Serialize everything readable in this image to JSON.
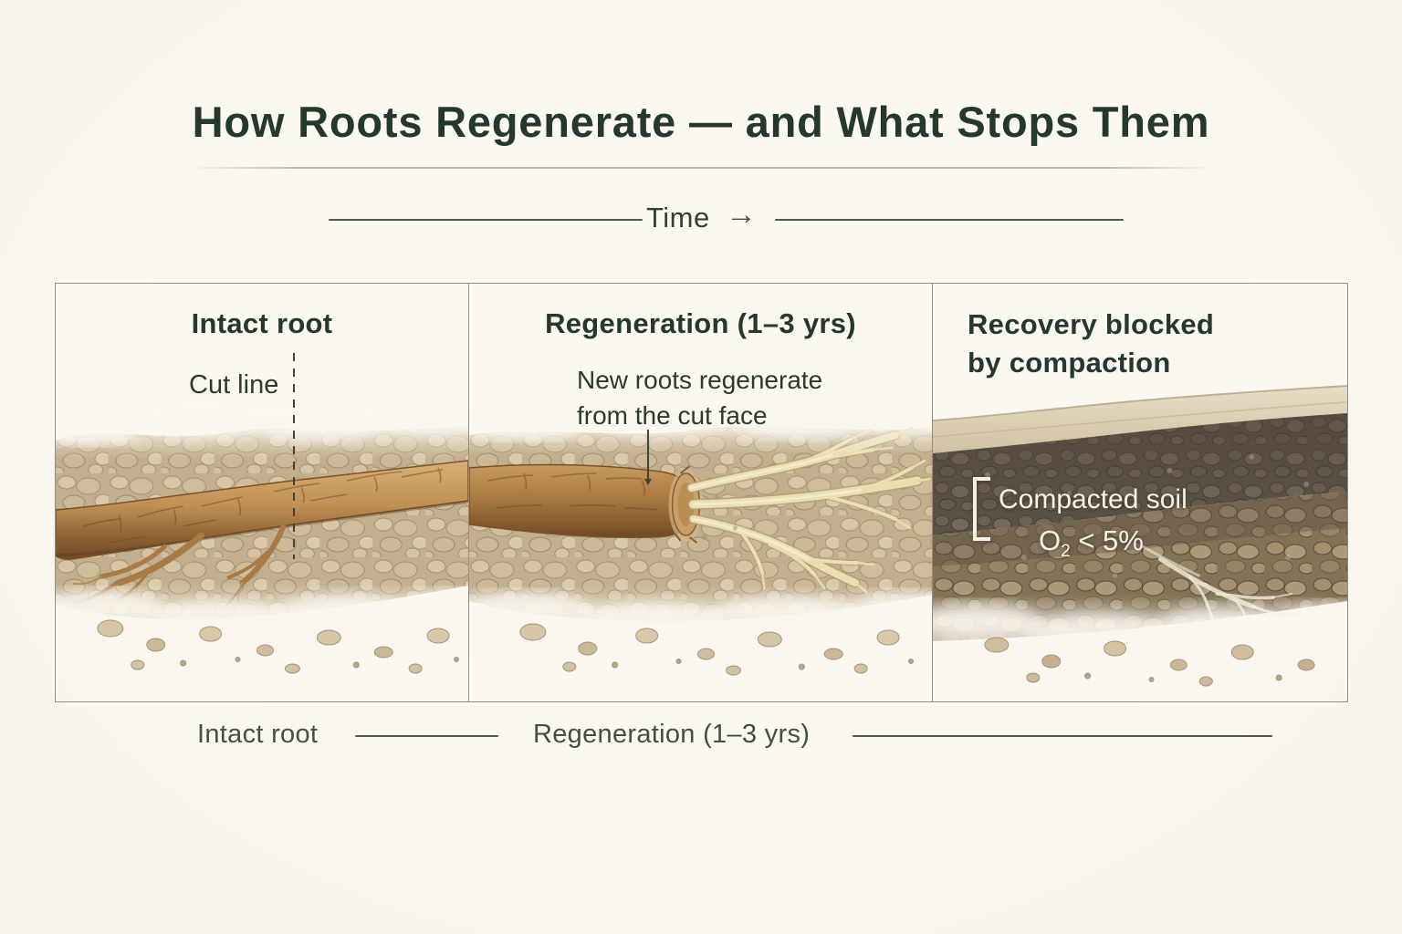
{
  "title": {
    "text": "How Roots Regenerate — and What Stops Them"
  },
  "time_axis": {
    "label": "Time",
    "arrow": "→"
  },
  "panels": [
    {
      "heading": "Intact root",
      "annotation": "Cut line"
    },
    {
      "heading": "Regeneration (1–3 yrs)",
      "annotation_line1": "New roots regenerate",
      "annotation_line2": "from the cut face"
    },
    {
      "heading_line1": "Recovery blocked",
      "heading_line2": "by compaction",
      "annotation": "Compacted soil",
      "o2_base": "O",
      "o2_sub": "2",
      "o2_rest": " < 5%"
    }
  ],
  "bottom_axis": {
    "label1": "Intact root",
    "label2": "Regeneration (1–3 yrs)"
  },
  "colors": {
    "background": "#faf6ef",
    "title_green": "#24382b",
    "axis_olive": "#4e5845",
    "panel_border": "#8f8f88",
    "root_brown": "#b98a50",
    "root_bark_dark": "#7b5229",
    "new_root_cream": "#eadfb4",
    "soil_tan": "#d2c0a0",
    "compacted_dark": "#5c5348",
    "crust_tan": "#dfd3b8",
    "label_white": "#f7f2e7"
  }
}
